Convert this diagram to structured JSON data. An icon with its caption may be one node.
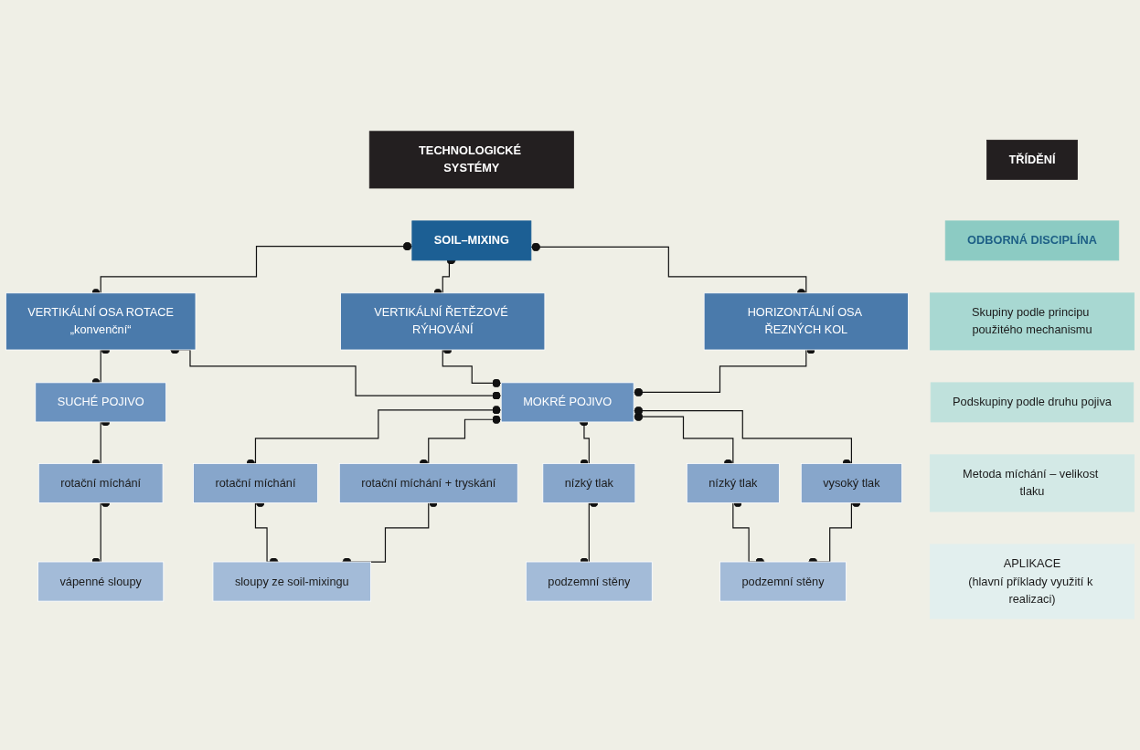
{
  "diagram": {
    "nodes": [
      {
        "text": [
          "TECHNOLOGICKÉ SYSTÉMY"
        ]
      },
      {
        "text": [
          "TŘÍDĚNÍ"
        ]
      },
      {
        "text": [
          "SOIL–MIXING"
        ]
      },
      {
        "text": [
          "VERTIKÁLNÍ OSA ROTACE",
          "„konvenční“"
        ]
      },
      {
        "text": [
          "VERTIKÁLNÍ ŘETĚZOVÉ RÝHOVÁNÍ"
        ]
      },
      {
        "text": [
          "HORIZONTÁLNÍ OSA ŘEZNÝCH KOL"
        ]
      },
      {
        "text": [
          "SUCHÉ POJIVO"
        ]
      },
      {
        "text": [
          "MOKRÉ POJIVO"
        ]
      },
      {
        "text": [
          "rotační míchání"
        ]
      },
      {
        "text": [
          "rotační míchání"
        ]
      },
      {
        "text": [
          "rotační míchání + tryskání"
        ]
      },
      {
        "text": [
          "nízký tlak"
        ]
      },
      {
        "text": [
          "nízký tlak"
        ]
      },
      {
        "text": [
          "vysoký tlak"
        ]
      },
      {
        "text": [
          "vápenné sloupy"
        ]
      },
      {
        "text": [
          "sloupy ze soil-mixingu"
        ]
      },
      {
        "text": [
          "podzemní stěny"
        ]
      },
      {
        "text": [
          "podzemní stěny"
        ]
      },
      {
        "text": [
          "ODBORNÁ DISCIPLÍNA"
        ]
      },
      {
        "text": [
          "Skupiny podle principu použitého mechanismu"
        ]
      },
      {
        "text": [
          "Podskupiny podle druhu pojiva"
        ]
      },
      {
        "text": [
          "Metoda míchání – velikost tlaku"
        ]
      },
      {
        "text": [
          "APLIKACE",
          "(hlavní příklady využití k realizaci)"
        ]
      }
    ],
    "edges": [
      {
        "from": 2,
        "to": 3,
        "arrow": "other"
      },
      {
        "from": 2,
        "to": 4,
        "arrow": "other"
      },
      {
        "from": 2,
        "to": 5,
        "arrow": "other"
      },
      {
        "from": 3,
        "to": 6,
        "arrow": "other"
      },
      {
        "from": 3,
        "to": 7,
        "arrow": "other"
      },
      {
        "from": 4,
        "to": 7,
        "arrow": "other"
      },
      {
        "from": 5,
        "to": 7,
        "arrow": "other"
      },
      {
        "from": 6,
        "to": 8,
        "arrow": "other"
      },
      {
        "from": 7,
        "to": 9,
        "arrow": "other"
      },
      {
        "from": 7,
        "to": 10,
        "arrow": "other"
      },
      {
        "from": 7,
        "to": 11,
        "arrow": "other"
      },
      {
        "from": 7,
        "to": 12,
        "arrow": "other"
      },
      {
        "from": 7,
        "to": 13,
        "arrow": "other"
      },
      {
        "from": 8,
        "to": 14,
        "arrow": "other"
      },
      {
        "from": 9,
        "to": 15,
        "arrow": "other"
      },
      {
        "from": 10,
        "to": 15,
        "arrow": "other"
      },
      {
        "from": 11,
        "to": 16,
        "arrow": "other"
      },
      {
        "from": 12,
        "to": 17,
        "arrow": "other"
      },
      {
        "from": 13,
        "to": 17,
        "arrow": "other"
      }
    ]
  }
}
